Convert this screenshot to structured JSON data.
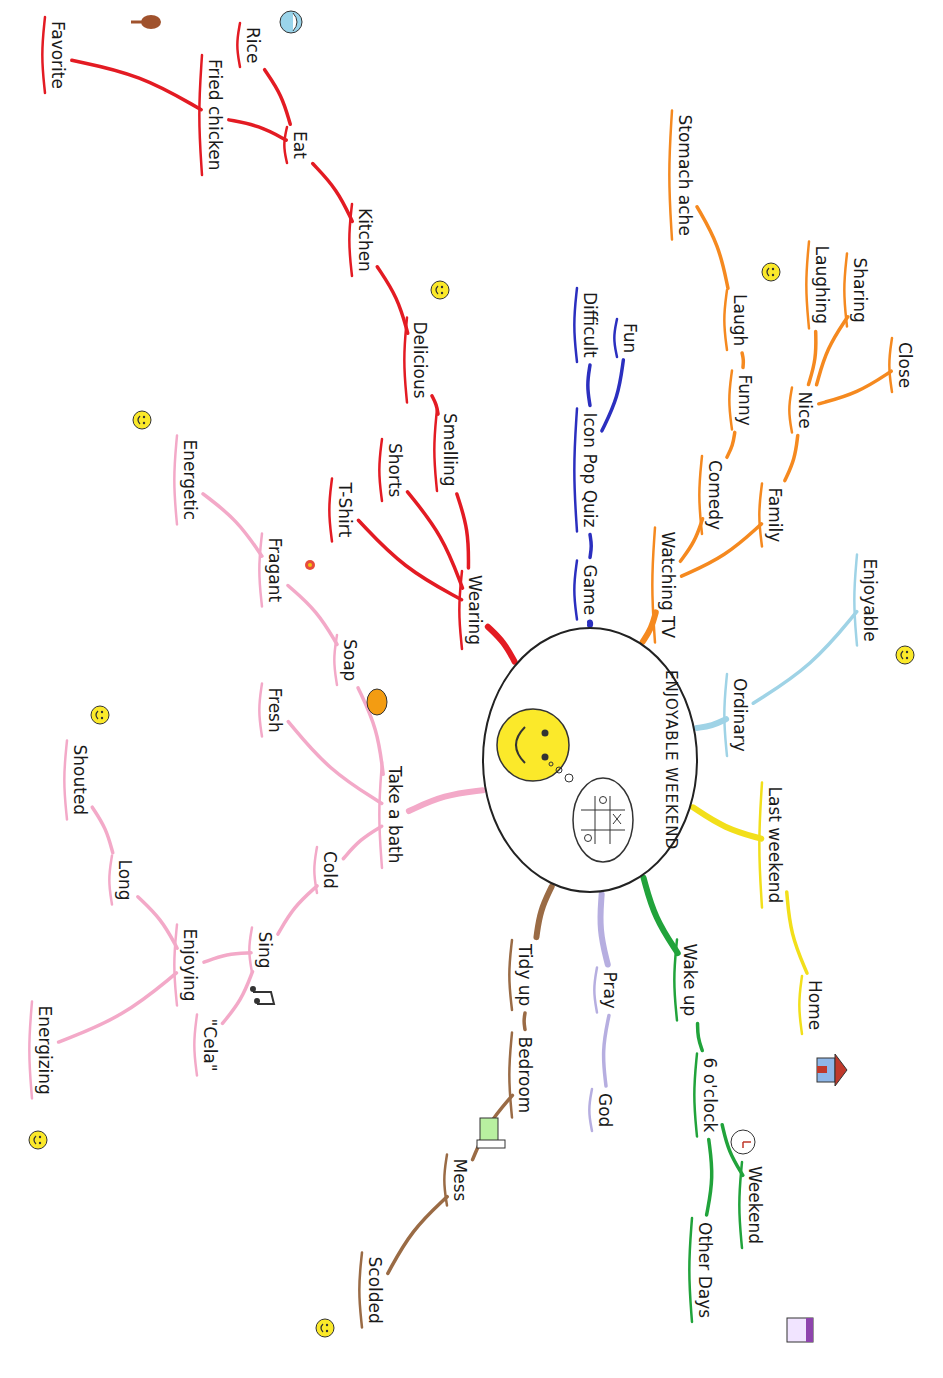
{
  "diagram": {
    "nodes": [
      {
        "text": [
          "ENJOYABLE WEEKEND"
        ]
      },
      {
        "text": [
          "Wearing"
        ]
      },
      {
        "text": [
          "Shorts"
        ]
      },
      {
        "text": [
          "T-Shirt"
        ]
      },
      {
        "text": [
          "Smelling"
        ]
      },
      {
        "text": [
          "Delicious"
        ]
      },
      {
        "text": [
          "Kitchen"
        ]
      },
      {
        "text": [
          "Eat"
        ]
      },
      {
        "text": [
          "Fried chicken"
        ]
      },
      {
        "text": [
          "Favorite"
        ]
      },
      {
        "text": [
          "Rice"
        ]
      },
      {
        "text": [
          "Game"
        ]
      },
      {
        "text": [
          "Icon Pop Quiz"
        ]
      },
      {
        "text": [
          "Fun"
        ]
      },
      {
        "text": [
          "Difficult"
        ]
      },
      {
        "text": [
          "Watching TV"
        ]
      },
      {
        "text": [
          "Comedy"
        ]
      },
      {
        "text": [
          "Funny"
        ]
      },
      {
        "text": [
          "Laugh"
        ]
      },
      {
        "text": [
          "Stomach ache"
        ]
      },
      {
        "text": [
          "Family"
        ]
      },
      {
        "text": [
          "Nice"
        ]
      },
      {
        "text": [
          "Laughing"
        ]
      },
      {
        "text": [
          "Sharing"
        ]
      },
      {
        "text": [
          "Close"
        ]
      },
      {
        "text": [
          "Ordinary"
        ]
      },
      {
        "text": [
          "Enjoyable"
        ]
      },
      {
        "text": [
          "Last weekend"
        ]
      },
      {
        "text": [
          "Home"
        ]
      },
      {
        "text": [
          "Wake up"
        ]
      },
      {
        "text": [
          "6 o'clock"
        ]
      },
      {
        "text": [
          "Weekend"
        ]
      },
      {
        "text": [
          "Other Days"
        ]
      },
      {
        "text": [
          "Pray"
        ]
      },
      {
        "text": [
          "God"
        ]
      },
      {
        "text": [
          "Tidy up"
        ]
      },
      {
        "text": [
          "Bedroom"
        ]
      },
      {
        "text": [
          "Mess"
        ]
      },
      {
        "text": [
          "Scolded"
        ]
      },
      {
        "text": [
          "Take a bath"
        ]
      },
      {
        "text": [
          "Soap"
        ]
      },
      {
        "text": [
          "Fragant"
        ]
      },
      {
        "text": [
          "Energetic"
        ]
      },
      {
        "text": [
          "Fresh"
        ]
      },
      {
        "text": [
          "Cold"
        ]
      },
      {
        "text": [
          "Sing"
        ]
      },
      {
        "text": [
          "Enjoying"
        ]
      },
      {
        "text": [
          "Long"
        ]
      },
      {
        "text": [
          "Shouted"
        ]
      },
      {
        "text": [
          "\"Cela\""
        ]
      },
      {
        "text": [
          "Energizing"
        ]
      }
    ],
    "edges": [
      {
        "from": 0,
        "to": 1,
        "arrow": "none"
      },
      {
        "from": 1,
        "to": 2,
        "arrow": "none"
      },
      {
        "from": 1,
        "to": 3,
        "arrow": "none"
      },
      {
        "from": 1,
        "to": 4,
        "arrow": "none"
      },
      {
        "from": 4,
        "to": 5,
        "arrow": "none"
      },
      {
        "from": 5,
        "to": 6,
        "arrow": "none"
      },
      {
        "from": 6,
        "to": 7,
        "arrow": "none"
      },
      {
        "from": 7,
        "to": 8,
        "arrow": "none"
      },
      {
        "from": 8,
        "to": 9,
        "arrow": "none"
      },
      {
        "from": 7,
        "to": 10,
        "arrow": "none"
      },
      {
        "from": 0,
        "to": 11,
        "arrow": "none"
      },
      {
        "from": 11,
        "to": 12,
        "arrow": "none"
      },
      {
        "from": 12,
        "to": 13,
        "arrow": "none"
      },
      {
        "from": 12,
        "to": 14,
        "arrow": "none"
      },
      {
        "from": 0,
        "to": 15,
        "arrow": "none"
      },
      {
        "from": 15,
        "to": 16,
        "arrow": "none"
      },
      {
        "from": 16,
        "to": 17,
        "arrow": "none"
      },
      {
        "from": 17,
        "to": 18,
        "arrow": "none"
      },
      {
        "from": 18,
        "to": 19,
        "arrow": "none"
      },
      {
        "from": 15,
        "to": 20,
        "arrow": "none"
      },
      {
        "from": 20,
        "to": 21,
        "arrow": "none"
      },
      {
        "from": 21,
        "to": 22,
        "arrow": "none"
      },
      {
        "from": 21,
        "to": 23,
        "arrow": "none"
      },
      {
        "from": 21,
        "to": 24,
        "arrow": "none"
      },
      {
        "from": 0,
        "to": 25,
        "arrow": "none"
      },
      {
        "from": 25,
        "to": 26,
        "arrow": "none"
      },
      {
        "from": 0,
        "to": 27,
        "arrow": "none"
      },
      {
        "from": 27,
        "to": 28,
        "arrow": "none"
      },
      {
        "from": 0,
        "to": 29,
        "arrow": "none"
      },
      {
        "from": 29,
        "to": 30,
        "arrow": "none"
      },
      {
        "from": 30,
        "to": 31,
        "arrow": "none"
      },
      {
        "from": 30,
        "to": 32,
        "arrow": "none"
      },
      {
        "from": 0,
        "to": 33,
        "arrow": "none"
      },
      {
        "from": 33,
        "to": 34,
        "arrow": "none"
      },
      {
        "from": 0,
        "to": 35,
        "arrow": "none"
      },
      {
        "from": 35,
        "to": 36,
        "arrow": "none"
      },
      {
        "from": 36,
        "to": 37,
        "arrow": "none"
      },
      {
        "from": 37,
        "to": 38,
        "arrow": "none"
      },
      {
        "from": 0,
        "to": 39,
        "arrow": "none"
      },
      {
        "from": 39,
        "to": 40,
        "arrow": "none"
      },
      {
        "from": 40,
        "to": 41,
        "arrow": "none"
      },
      {
        "from": 41,
        "to": 42,
        "arrow": "none"
      },
      {
        "from": 39,
        "to": 43,
        "arrow": "none"
      },
      {
        "from": 39,
        "to": 44,
        "arrow": "none"
      },
      {
        "from": 44,
        "to": 45,
        "arrow": "none"
      },
      {
        "from": 45,
        "to": 46,
        "arrow": "none"
      },
      {
        "from": 46,
        "to": 47,
        "arrow": "none"
      },
      {
        "from": 47,
        "to": 48,
        "arrow": "none"
      },
      {
        "from": 45,
        "to": 49,
        "arrow": "none"
      },
      {
        "from": 46,
        "to": 50,
        "arrow": "none"
      }
    ]
  }
}
